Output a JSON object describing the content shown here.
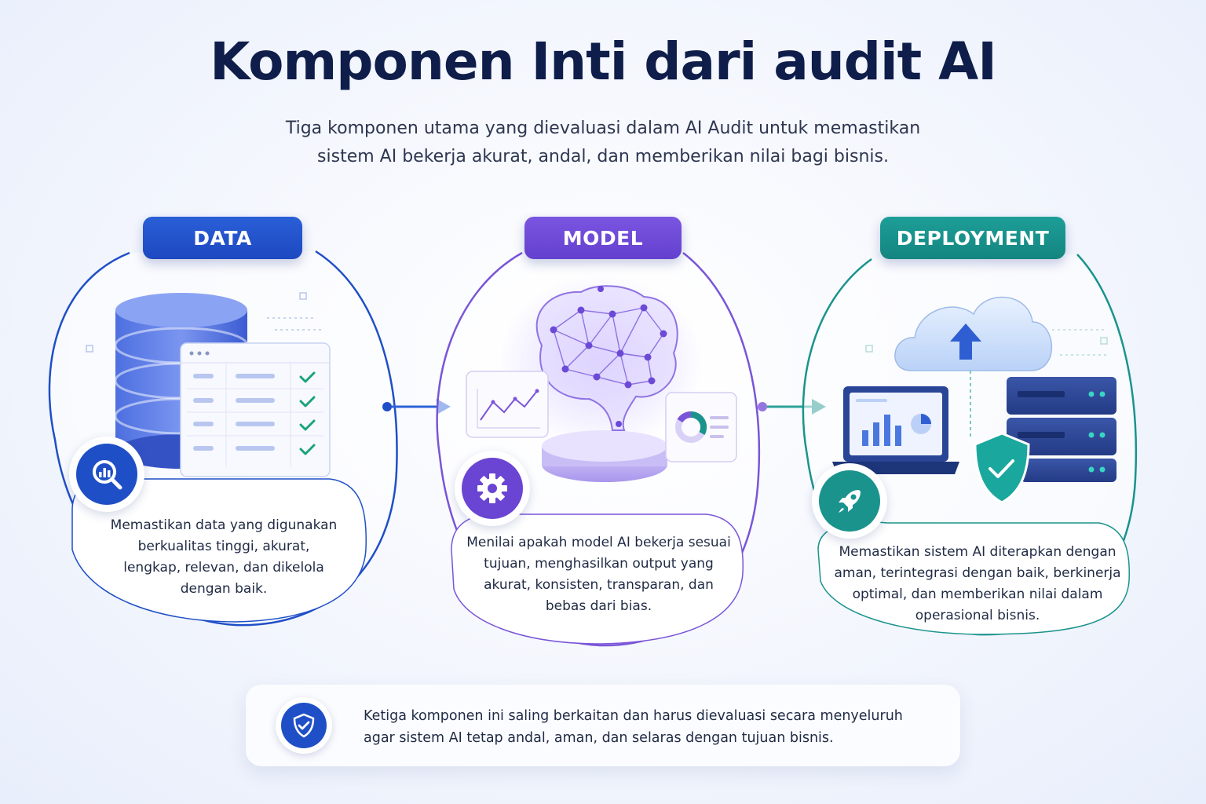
{
  "header": {
    "title": "Komponen Inti dari audit AI",
    "subtitle_line1": "Tiga komponen utama yang dievaluasi dalam AI Audit untuk memastikan",
    "subtitle_line2": "sistem AI bekerja akurat, andal, dan memberikan nilai bagi bisnis."
  },
  "components": [
    {
      "label": "DATA",
      "color": "#1f4fc6",
      "icon": "magnifier-chart-icon",
      "description": "Memastikan data yang digunakan berkualitas tinggi, akurat, lengkap, relevan, dan dikelola dengan baik."
    },
    {
      "label": "MODEL",
      "color": "#6a44d2",
      "icon": "gear-icon",
      "description": "Menilai apakah model AI bekerja sesuai tujuan, menghasilkan output yang akurat, konsisten, transparan, dan bebas dari bias."
    },
    {
      "label": "DEPLOYMENT",
      "color": "#1a938d",
      "icon": "rocket-icon",
      "description": "Memastikan sistem AI diterapkan dengan aman, terintegrasi dengan baik, berkinerja optimal, dan memberikan nilai dalam operasional bisnis."
    }
  ],
  "footer": {
    "icon": "shield-check-icon",
    "line1": "Ketiga komponen ini saling berkaitan dan harus dievaluasi secara menyeluruh",
    "line2": "agar sistem AI tetap andal, aman, dan selaras dengan tujuan bisnis."
  }
}
